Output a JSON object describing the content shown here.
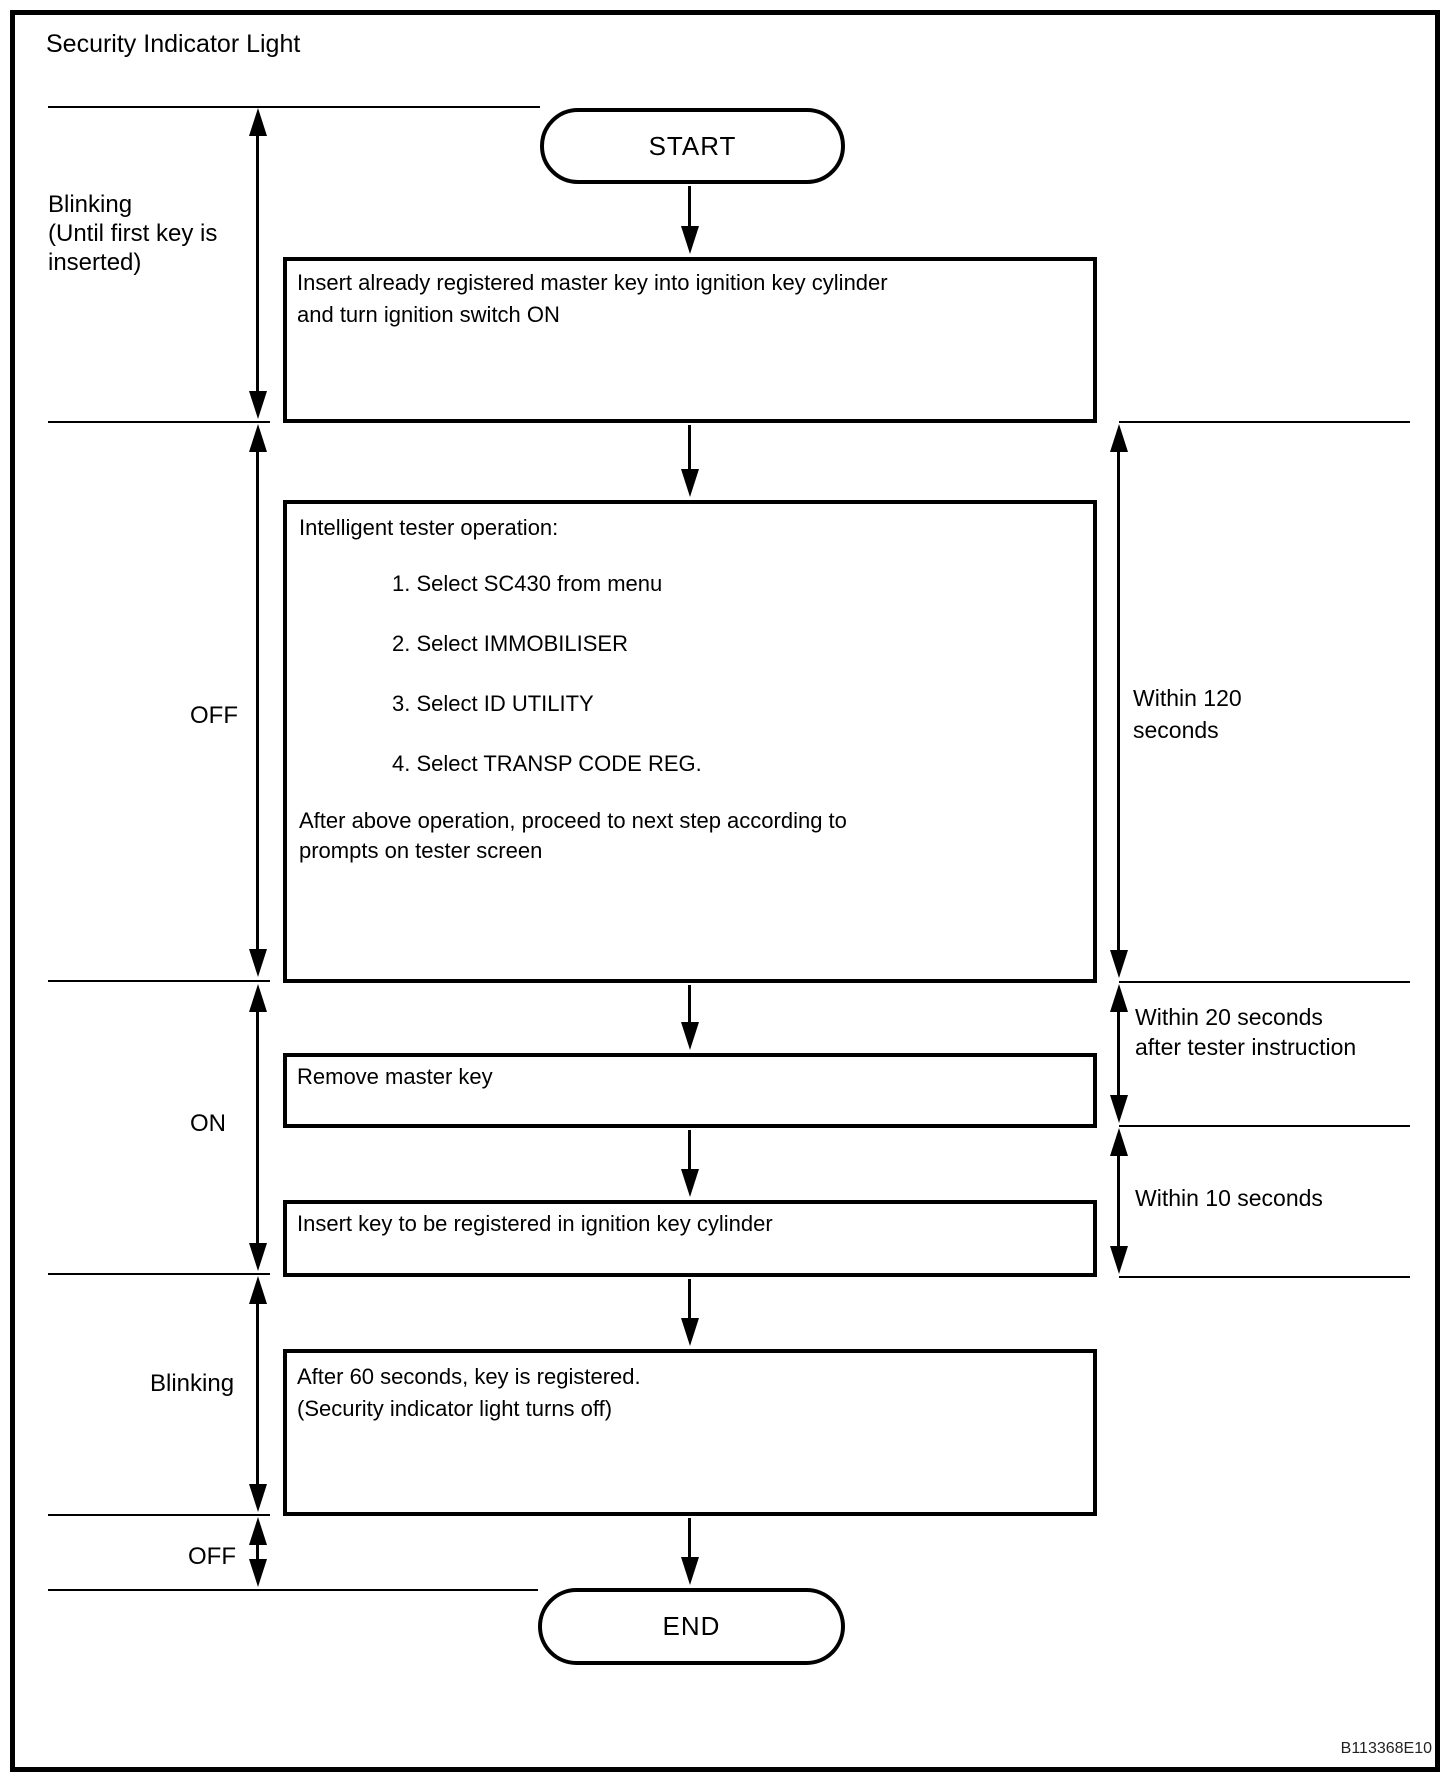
{
  "title": "Security Indicator Light",
  "figure_code": "B113368E10",
  "colors": {
    "ink": "#000000",
    "paper": "#ffffff"
  },
  "terminals": {
    "start": "START",
    "end": "END"
  },
  "steps": {
    "insert_master": {
      "lines": [
        "Insert already registered master key into ignition key cylinder",
        "and turn ignition switch ON"
      ]
    },
    "tester": {
      "heading": "Intelligent tester operation:",
      "items": [
        "1. Select SC430 from menu",
        "2. Select IMMOBILISER",
        "3. Select ID UTILITY",
        "4. Select TRANSP CODE REG."
      ],
      "footer_lines": [
        "After above operation, proceed to next step according to",
        "prompts on tester screen"
      ]
    },
    "remove_master": {
      "lines": [
        "Remove master key"
      ]
    },
    "insert_new_key": {
      "lines": [
        "Insert key to be registered in ignition key cylinder"
      ]
    },
    "key_registered": {
      "lines": [
        "After 60 seconds, key is registered.",
        "(Security indicator light turns off)"
      ]
    }
  },
  "indicator_states": {
    "blinking_until_first_key": {
      "lines": [
        "Blinking",
        "(Until first key is",
        "inserted)"
      ]
    },
    "off_during_tester": "OFF",
    "on_during_key_swap": "ON",
    "blinking_registration": "Blinking",
    "off_final": "OFF"
  },
  "timings": {
    "within_120_seconds": {
      "lines": [
        "Within 120",
        "seconds"
      ]
    },
    "within_20_seconds": {
      "lines": [
        "Within 20 seconds",
        "after tester instruction"
      ]
    },
    "within_10_seconds": {
      "lines": [
        "Within 10 seconds"
      ]
    }
  }
}
